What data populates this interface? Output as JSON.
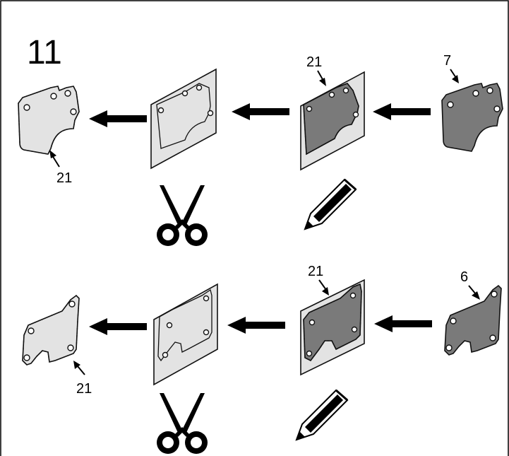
{
  "step": {
    "number": "11"
  },
  "top_row": {
    "cut_template_label": "21",
    "template_label": "21",
    "part_label": "7"
  },
  "bottom_row": {
    "cut_template_label": "21",
    "template_label": "21",
    "part_label": "6"
  },
  "icons": {
    "cut": "scissors-icon",
    "trace": "pencil-icon",
    "direction": "arrow-left-icon"
  },
  "colors": {
    "template_sheet": "#e3e3e3",
    "part": "#7a7a7a",
    "outline": "#111111"
  }
}
